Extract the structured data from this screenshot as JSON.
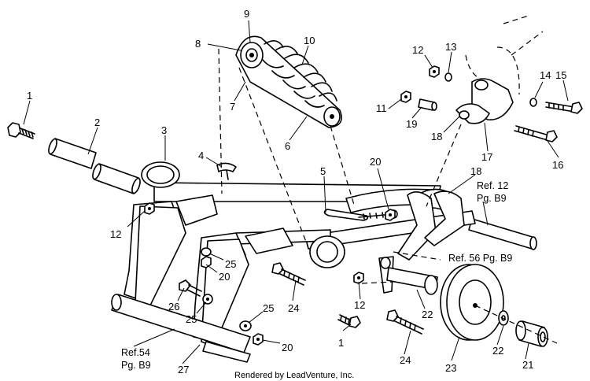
{
  "diagram": {
    "callouts": [
      {
        "id": "c1a",
        "text": "1"
      },
      {
        "id": "c2",
        "text": "2"
      },
      {
        "id": "c3",
        "text": "3"
      },
      {
        "id": "c4",
        "text": "4"
      },
      {
        "id": "c5",
        "text": "5"
      },
      {
        "id": "c6",
        "text": "6"
      },
      {
        "id": "c7",
        "text": "7"
      },
      {
        "id": "c8",
        "text": "8"
      },
      {
        "id": "c9",
        "text": "9"
      },
      {
        "id": "c10",
        "text": "10"
      },
      {
        "id": "c11",
        "text": "11"
      },
      {
        "id": "c12a",
        "text": "12"
      },
      {
        "id": "c13",
        "text": "13"
      },
      {
        "id": "c14",
        "text": "14"
      },
      {
        "id": "c15",
        "text": "15"
      },
      {
        "id": "c16",
        "text": "16"
      },
      {
        "id": "c17",
        "text": "17"
      },
      {
        "id": "c18a",
        "text": "18"
      },
      {
        "id": "c19",
        "text": "19"
      },
      {
        "id": "c20a",
        "text": "20"
      },
      {
        "id": "c18b",
        "text": "18"
      },
      {
        "id": "c12b",
        "text": "12"
      },
      {
        "id": "c25a",
        "text": "25"
      },
      {
        "id": "c20b",
        "text": "20"
      },
      {
        "id": "c24a",
        "text": "24"
      },
      {
        "id": "c26",
        "text": "26"
      },
      {
        "id": "c25b",
        "text": "25"
      },
      {
        "id": "c25c",
        "text": "25"
      },
      {
        "id": "c12c",
        "text": "12"
      },
      {
        "id": "c22a",
        "text": "22"
      },
      {
        "id": "c1b",
        "text": "1"
      },
      {
        "id": "c20c",
        "text": "20"
      },
      {
        "id": "c24b",
        "text": "24"
      },
      {
        "id": "c22b",
        "text": "22"
      },
      {
        "id": "c23",
        "text": "23"
      },
      {
        "id": "c21",
        "text": "21"
      },
      {
        "id": "c27",
        "text": "27"
      }
    ],
    "references": {
      "ref12_line1": "Ref. 12",
      "ref12_line2": "Pg. B9",
      "ref56": "Ref. 56 Pg. B9",
      "ref54_line1": "Ref.54",
      "ref54_line2": "Pg. B9"
    },
    "footer": "Rendered by LeadVenture, Inc."
  }
}
